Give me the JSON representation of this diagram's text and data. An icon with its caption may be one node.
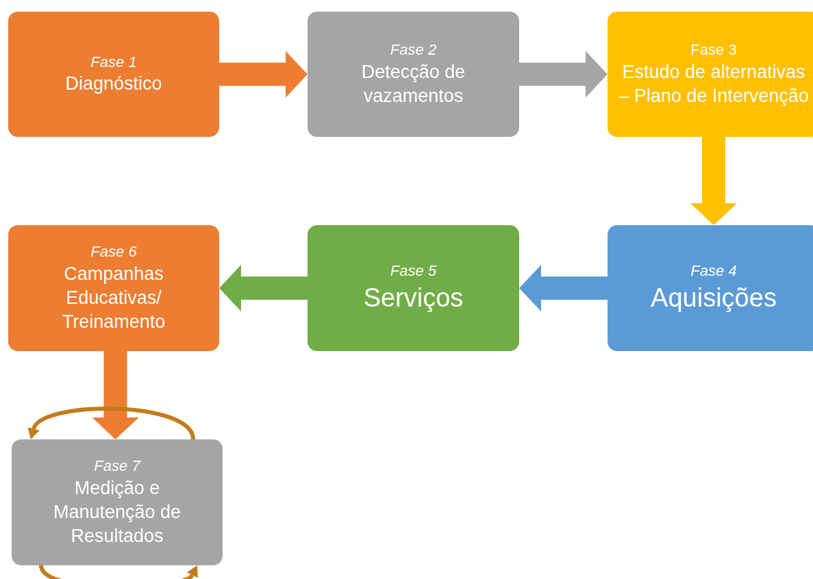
{
  "diagram": {
    "nodes": [
      {
        "text": [
          "Fase 1",
          "Diagnóstico"
        ]
      },
      {
        "text": [
          "Fase 2",
          "Detecção de vazamentos"
        ]
      },
      {
        "text": [
          "Fase 3",
          "Estudo de alternativas – Plano de Intervenção"
        ]
      },
      {
        "text": [
          "Fase 4",
          "Aquisições"
        ]
      },
      {
        "text": [
          "Fase 5",
          "Serviços"
        ]
      },
      {
        "text": [
          "Fase 6",
          "Campanhas Educativas/ Treinamento"
        ]
      },
      {
        "text": [
          "Fase 7",
          "Medição e Manutenção de Resultados"
        ]
      }
    ],
    "edges": [
      {
        "from": 0,
        "to": 1,
        "arrow": "to",
        "color": "#ed7d31"
      },
      {
        "from": 1,
        "to": 2,
        "arrow": "to",
        "color": "#a5a5a5"
      },
      {
        "from": 2,
        "to": 3,
        "arrow": "to",
        "color": "#ffc000"
      },
      {
        "from": 3,
        "to": 4,
        "arrow": "to",
        "color": "#5b9bd5"
      },
      {
        "from": 4,
        "to": 5,
        "arrow": "to",
        "color": "#70ad47"
      },
      {
        "from": 5,
        "to": 6,
        "arrow": "to",
        "color": "#ed7d31"
      },
      {
        "from": 6,
        "to": 6,
        "arrow": "to",
        "color": "#c47c1a"
      },
      {
        "from": 6,
        "to": 6,
        "arrow": "to",
        "color": "#c47c1a"
      }
    ]
  }
}
